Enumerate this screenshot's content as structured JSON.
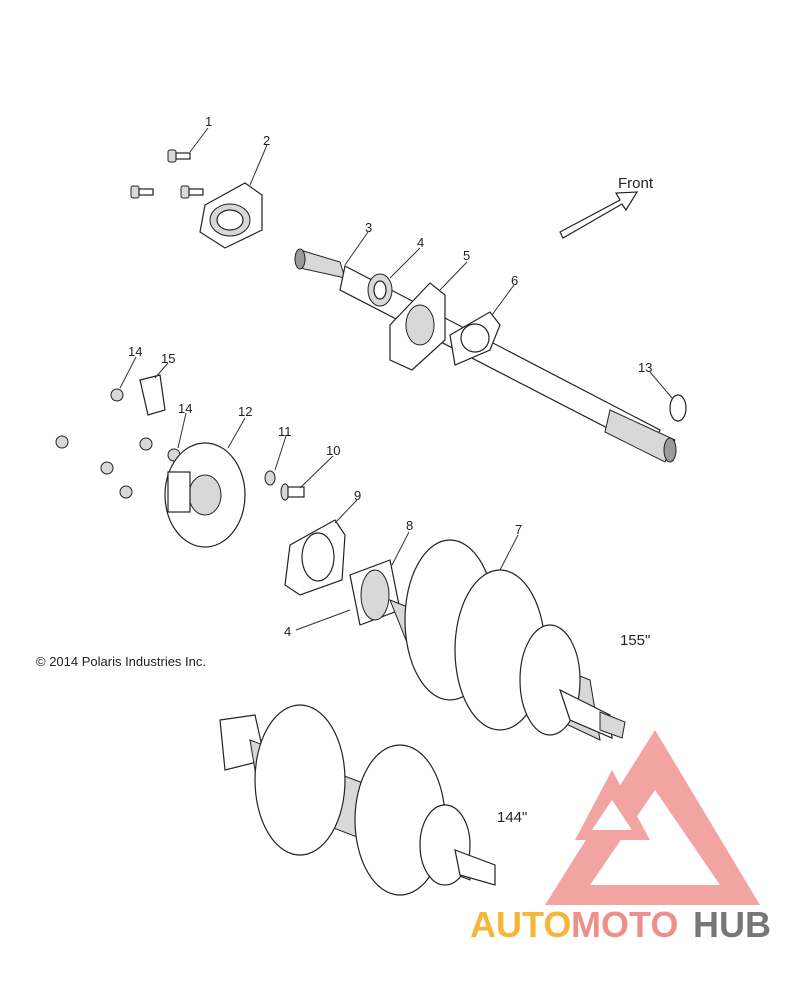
{
  "callouts": [
    "1",
    "2",
    "3",
    "4",
    "5",
    "6",
    "7",
    "8",
    "9",
    "10",
    "11",
    "12",
    "13",
    "14",
    "15"
  ],
  "labels": {
    "front": "Front",
    "copyright": "© 2014 Polaris Industries Inc.",
    "size_155": "155\"",
    "size_144": "144\""
  },
  "watermark": {
    "text_auto": "AUTO",
    "text_moto": "MOTO",
    "text_hub": "HUB",
    "colors": {
      "auto": "#f5b63a",
      "moto": "#f08f8a",
      "hub": "#777777",
      "logo": "#f19b98"
    }
  }
}
